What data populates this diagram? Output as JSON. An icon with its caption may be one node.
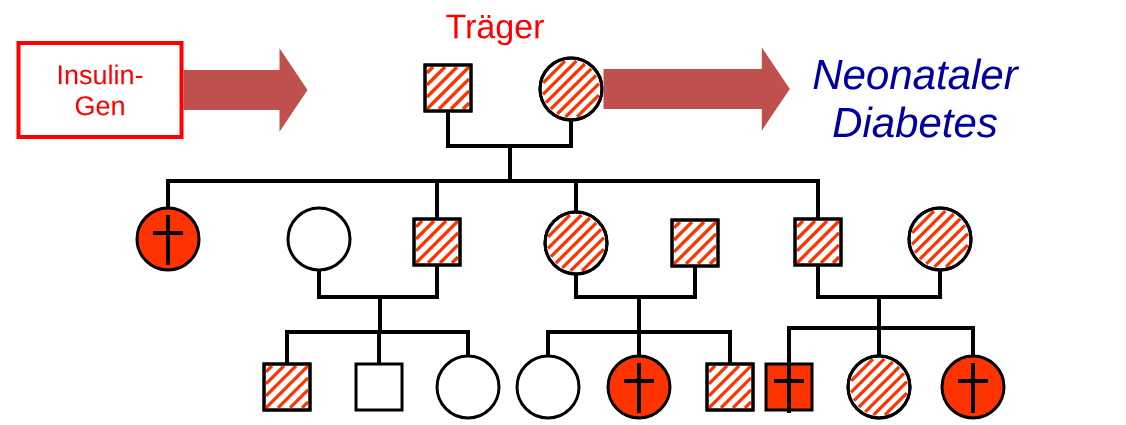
{
  "diagram": {
    "nodes": [
      {
        "text": [
          "Insulin-Gen"
        ]
      },
      {
        "text": [],
        "shape": "box"
      },
      {
        "text": [],
        "shape": "circle"
      },
      {
        "text": [
          "Neonataler Diabetes"
        ]
      },
      {
        "text": [],
        "shape": "circle"
      },
      {
        "text": [],
        "shape": "circle"
      },
      {
        "text": [],
        "shape": "box"
      },
      {
        "text": [],
        "shape": "circle"
      },
      {
        "text": [],
        "shape": "box"
      },
      {
        "text": [],
        "shape": "box"
      },
      {
        "text": [],
        "shape": "circle"
      },
      {
        "text": [],
        "shape": "box"
      },
      {
        "text": [],
        "shape": "box"
      },
      {
        "text": [],
        "shape": "circle"
      },
      {
        "text": [],
        "shape": "circle"
      },
      {
        "text": [],
        "shape": "circle"
      },
      {
        "text": [],
        "shape": "box"
      },
      {
        "text": [],
        "shape": "box"
      },
      {
        "text": [],
        "shape": "circle"
      },
      {
        "text": [],
        "shape": "circle"
      }
    ],
    "edges": [
      {
        "from": 0,
        "to": null,
        "arrow": "to",
        "style": "thick",
        "color": "#c0504d"
      },
      {
        "from": 2,
        "to": 3,
        "arrow": "to",
        "style": "thick",
        "color": "#c0504d"
      },
      {
        "from": 1,
        "to": 4,
        "arrow": "none"
      },
      {
        "from": 1,
        "to": 6,
        "arrow": "none"
      },
      {
        "from": 1,
        "to": 7,
        "arrow": "none"
      },
      {
        "from": 1,
        "to": 9,
        "arrow": "none"
      },
      {
        "from": 2,
        "to": 4,
        "arrow": "none"
      },
      {
        "from": 2,
        "to": 6,
        "arrow": "none"
      },
      {
        "from": 2,
        "to": 7,
        "arrow": "none"
      },
      {
        "from": 2,
        "to": 9,
        "arrow": "none"
      },
      {
        "from": 5,
        "to": 11,
        "arrow": "none"
      },
      {
        "from": 5,
        "to": 12,
        "arrow": "none"
      },
      {
        "from": 5,
        "to": 13,
        "arrow": "none"
      },
      {
        "from": 6,
        "to": 11,
        "arrow": "none"
      },
      {
        "from": 6,
        "to": 12,
        "arrow": "none"
      },
      {
        "from": 6,
        "to": 13,
        "arrow": "none"
      },
      {
        "from": 7,
        "to": 14,
        "arrow": "none"
      },
      {
        "from": 7,
        "to": 15,
        "arrow": "none"
      },
      {
        "from": 7,
        "to": 16,
        "arrow": "none"
      },
      {
        "from": 8,
        "to": 14,
        "arrow": "none"
      },
      {
        "from": 8,
        "to": 15,
        "arrow": "none"
      },
      {
        "from": 8,
        "to": 16,
        "arrow": "none"
      },
      {
        "from": 9,
        "to": 17,
        "arrow": "none"
      },
      {
        "from": 9,
        "to": 18,
        "arrow": "none"
      },
      {
        "from": 9,
        "to": 19,
        "arrow": "none"
      },
      {
        "from": 10,
        "to": 17,
        "arrow": "none"
      },
      {
        "from": 10,
        "to": 18,
        "arrow": "none"
      },
      {
        "from": 10,
        "to": 19,
        "arrow": "none"
      }
    ],
    "labels": [
      "Träger"
    ]
  }
}
